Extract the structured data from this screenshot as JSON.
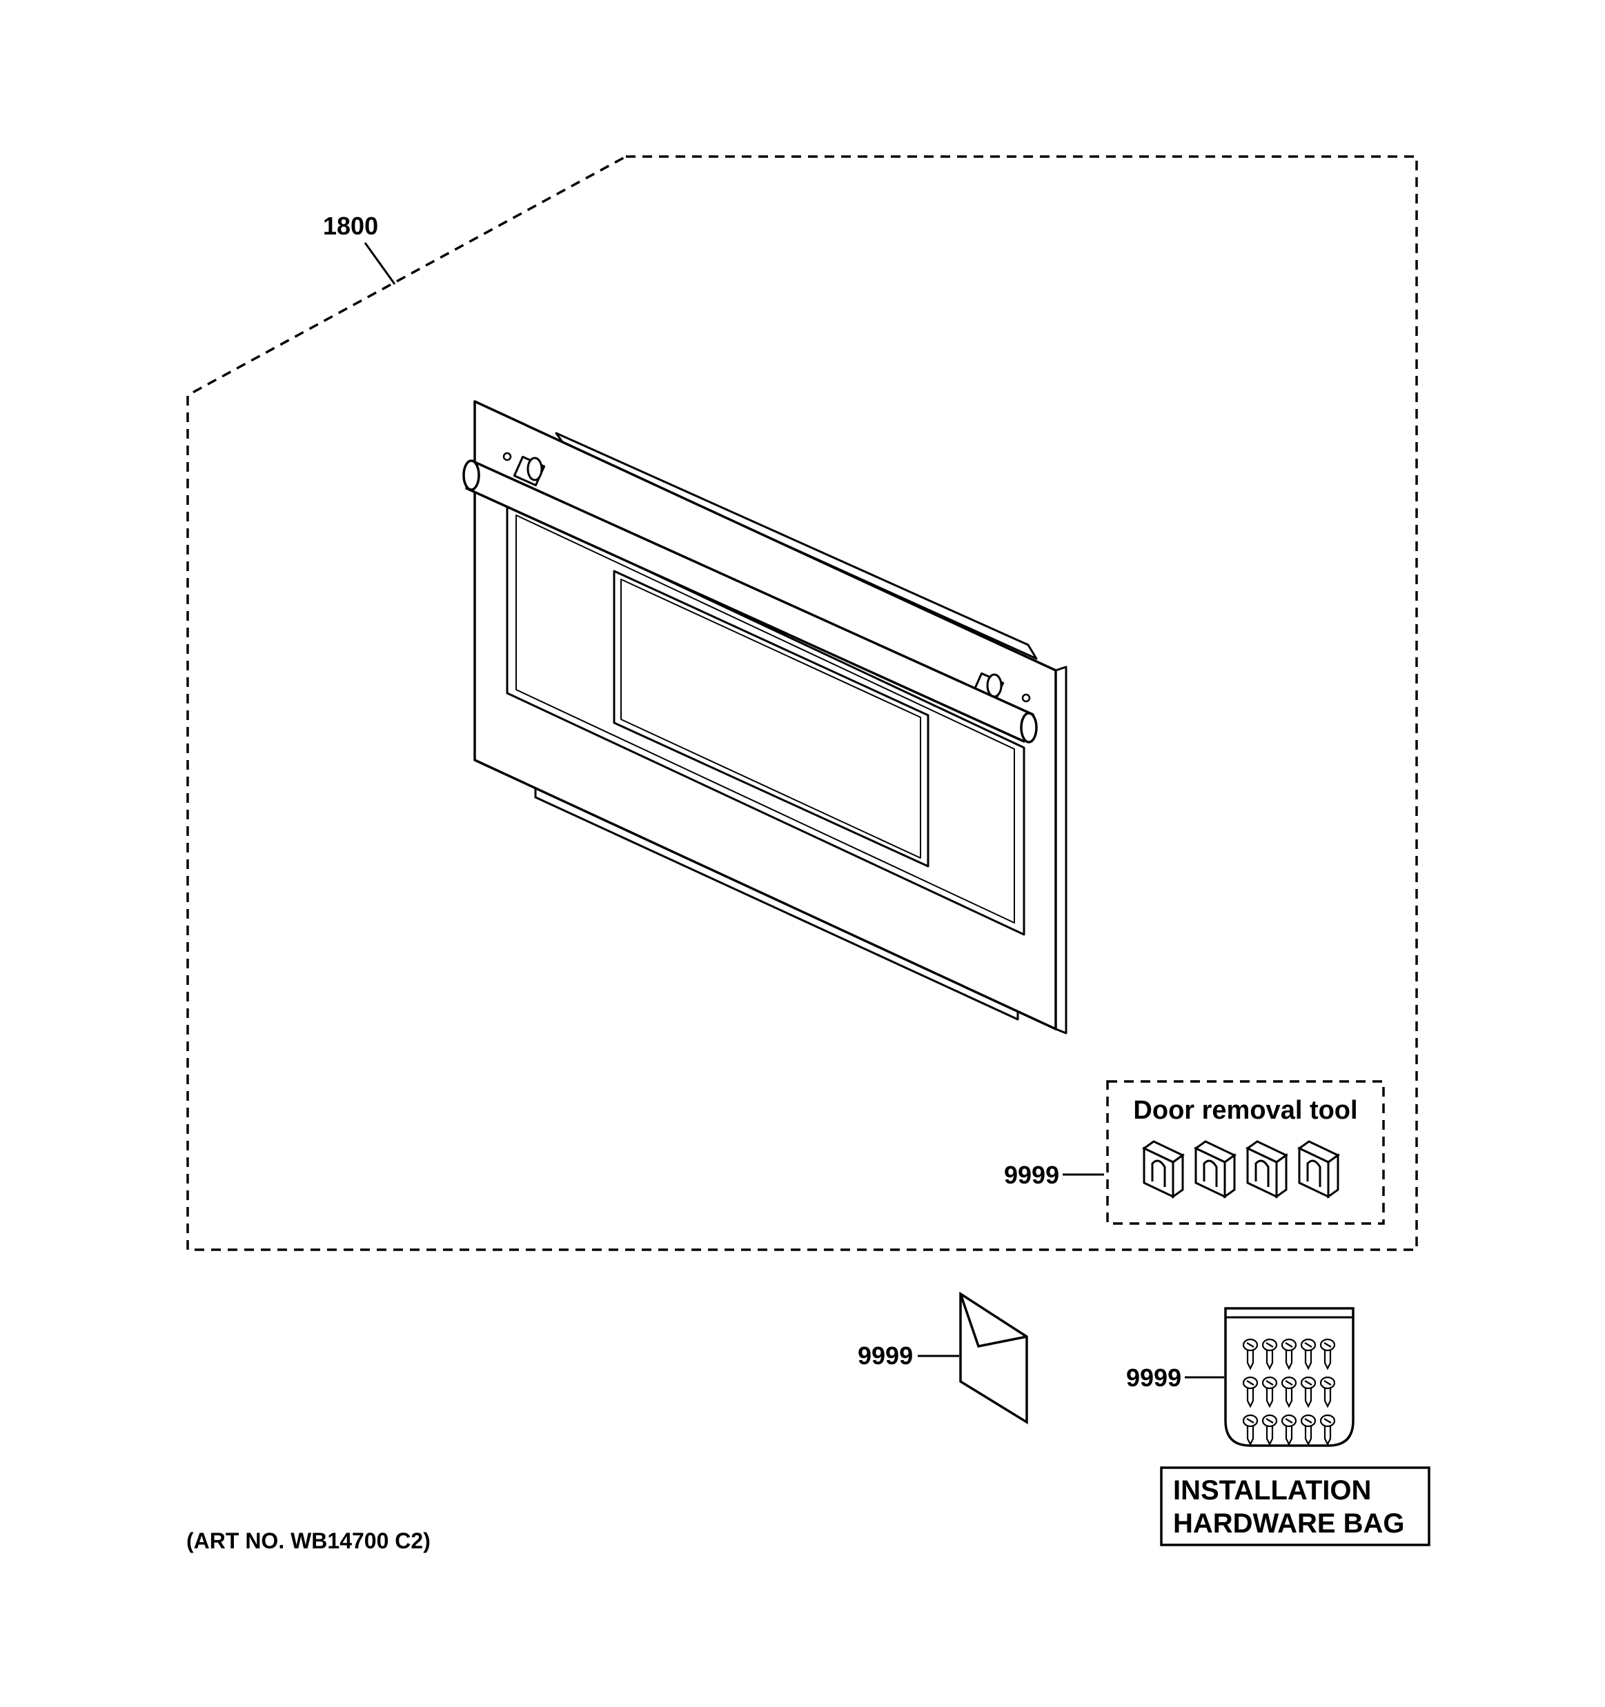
{
  "callouts": {
    "assembly": "1800",
    "door_removal_tool": "9999",
    "envelope": "9999",
    "hardware_bag": "9999"
  },
  "door_removal_tool_label": "Door removal tool",
  "hardware_bag_label": {
    "line1": "INSTALLATION",
    "line2": "HARDWARE BAG"
  },
  "art_number": "(ART NO. WB14700 C2)"
}
